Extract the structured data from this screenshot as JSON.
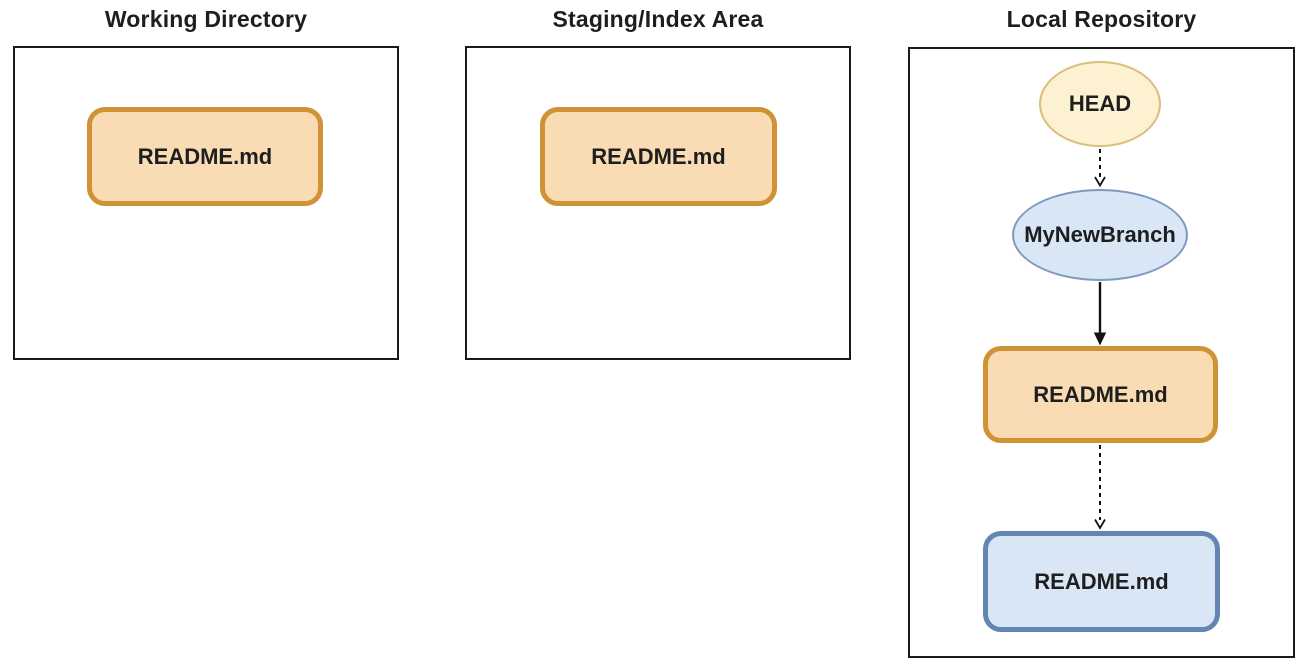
{
  "colors": {
    "orange_fill": "#FADCB4",
    "orange_stroke": "#CF9234",
    "blue_fill": "#D8E6F6",
    "blue_stroke": "#6385B1",
    "blue_ellipse_stroke": "#7E9AC0",
    "yellow_fill": "#FCF2D1",
    "yellow_stroke": "#D9BE7C",
    "panel_border": "#1A1A1A",
    "arrow": "#141414",
    "text": "#1E1E1E"
  },
  "panels": {
    "working_directory": {
      "title": "Working Directory",
      "file_label": "README.md"
    },
    "staging_area": {
      "title": "Staging/Index Area",
      "file_label": "README.md"
    },
    "local_repository": {
      "title": "Local Repository",
      "head_label": "HEAD",
      "branch_label": "MyNewBranch",
      "staged_file_label": "README.md",
      "committed_file_label": "README.md"
    }
  }
}
